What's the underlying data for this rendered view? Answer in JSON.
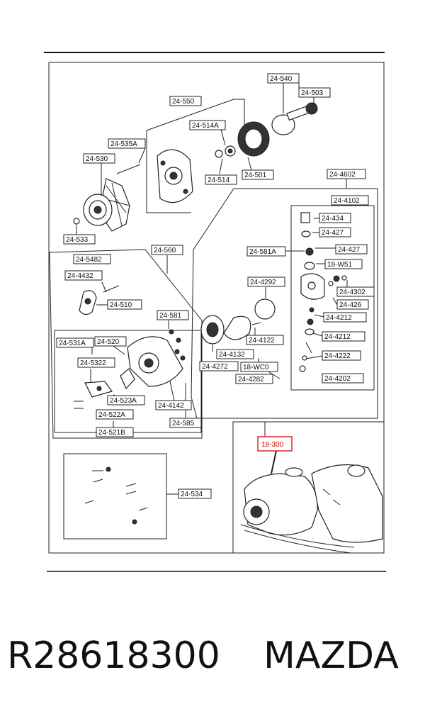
{
  "labels": {
    "l24_540": "24-540",
    "l24_503": "24-503",
    "l24_550": "24-550",
    "l24_514A": "24-514A",
    "l24_535A": "24-535A",
    "l24_530": "24-530",
    "l24_514": "24-514",
    "l24_501": "24-501",
    "l24_4602": "24-4602",
    "l24_4102": "24-4102",
    "l24_434": "24-434",
    "l24_427a": "24-427",
    "l24_533": "24-533",
    "l24_560": "24-560",
    "l24_5482": "24-5482",
    "l24_581A": "24-581A",
    "l24_427b": "24-427",
    "l18_W51": "18-W51",
    "l24_4432": "24-4432",
    "l24_4292": "24-4292",
    "l24_4302": "24-4302",
    "l24_510": "24-510",
    "l24_426": "24-426",
    "l24_581": "24-581",
    "l24_4212a": "24-4212",
    "l24_4212b": "24-4212",
    "l24_4122": "24-4122",
    "l24_531A": "24-531A",
    "l24_520": "24-520",
    "l24_4132": "24-4132",
    "l24_4222": "24-4222",
    "l24_5322": "24-5322",
    "l24_4272": "24-4272",
    "l18_WC0": "18-WC0",
    "l24_4202": "24-4202",
    "l24_4282": "24-4282",
    "l24_523A": "24-523A",
    "l24_4142": "24-4142",
    "l24_522A": "24-522A",
    "l24_585": "24-585",
    "l24_521B": "24-521B",
    "l18_300": "18-300",
    "l24_534": "24-534"
  },
  "footer": {
    "part_number": "R28618300",
    "make": "MAZDA"
  },
  "highlight_color": "#d33333"
}
